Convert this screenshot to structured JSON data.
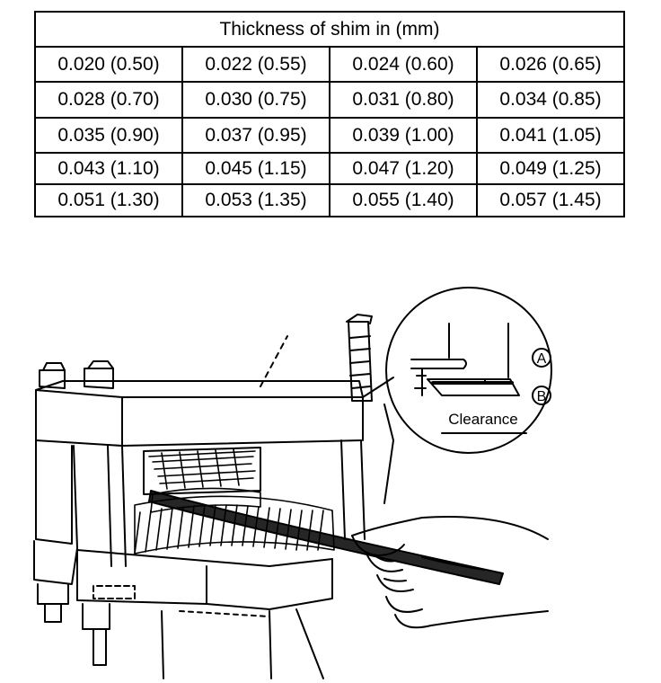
{
  "table": {
    "header": "Thickness of shim  in (mm)",
    "rows": [
      [
        "0.020 (0.50)",
        "0.022 (0.55)",
        "0.024 (0.60)",
        "0.026 (0.65)"
      ],
      [
        "0.028 (0.70)",
        "0.030 (0.75)",
        "0.031 (0.80)",
        "0.034 (0.85)"
      ],
      [
        "0.035 (0.90)",
        "0.037 (0.95)",
        "0.039 (1.00)",
        "0.041 (1.05)"
      ],
      [
        "0.043 (1.10)",
        "0.045 (1.15)",
        "0.047 (1.20)",
        "0.049 (1.25)"
      ],
      [
        "0.051 (1.30)",
        "0.053 (1.35)",
        "0.055 (1.40)",
        "0.057 (1.45)"
      ]
    ]
  },
  "diagram": {
    "marker_a": "A",
    "marker_b": "B",
    "clearance_label": "Clearance"
  }
}
